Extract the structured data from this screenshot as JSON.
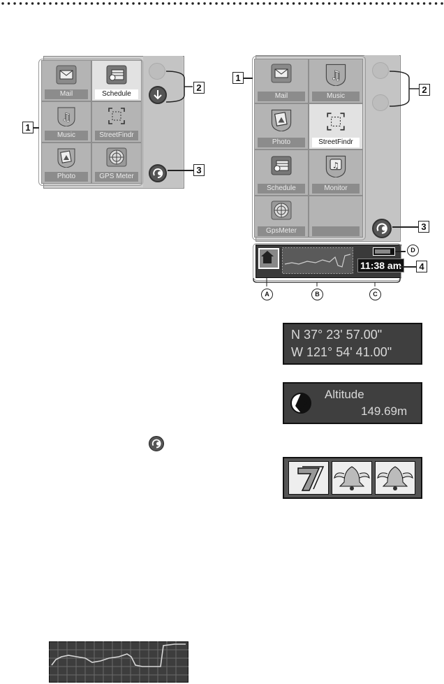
{
  "left_device": {
    "apps": [
      {
        "label": "Mail",
        "icon": "mail-icon",
        "selected": false
      },
      {
        "label": "Schedule",
        "icon": "schedule-icon",
        "selected": true
      },
      {
        "label": "Music",
        "icon": "music-icon",
        "selected": false
      },
      {
        "label": "StreetFindr",
        "icon": "streetfinder-icon",
        "selected": false
      },
      {
        "label": "Photo",
        "icon": "photo-icon",
        "selected": false
      },
      {
        "label": "GPS Meter",
        "icon": "gps-meter-icon",
        "selected": false
      }
    ],
    "callouts": {
      "grid": "1",
      "scroll": "2",
      "rotate": "3"
    }
  },
  "right_device": {
    "apps": [
      {
        "label": "Mail",
        "icon": "mail-icon",
        "selected": false
      },
      {
        "label": "Music",
        "icon": "music-icon",
        "selected": false
      },
      {
        "label": "Photo",
        "icon": "photo-icon",
        "selected": false
      },
      {
        "label": "StreetFindr",
        "icon": "streetfinder-icon",
        "selected": true
      },
      {
        "label": "Schedule",
        "icon": "schedule-icon",
        "selected": false
      },
      {
        "label": "Monitor",
        "icon": "monitor-icon",
        "selected": false
      },
      {
        "label": "GpsMeter",
        "icon": "gps-meter-icon",
        "selected": false
      },
      {
        "label": "",
        "icon": "",
        "selected": false
      }
    ],
    "callouts": {
      "grid": "1",
      "scroll": "2",
      "rotate": "3",
      "status": "4"
    },
    "status_bar": {
      "time": "11:38 am"
    },
    "markers": {
      "a": "A",
      "b": "B",
      "c": "C",
      "d": "D"
    }
  },
  "displays": {
    "coordinates": {
      "lat": "N  37°  23'  57.00\"",
      "lon": "W 121°  54'  41.00\""
    },
    "altitude": {
      "label": "Altitude",
      "value": "149.69m"
    }
  },
  "colors": {
    "panel": "#cfcfcf",
    "display_bg": "#3f3f3f",
    "cell": "#b4b4b4"
  }
}
